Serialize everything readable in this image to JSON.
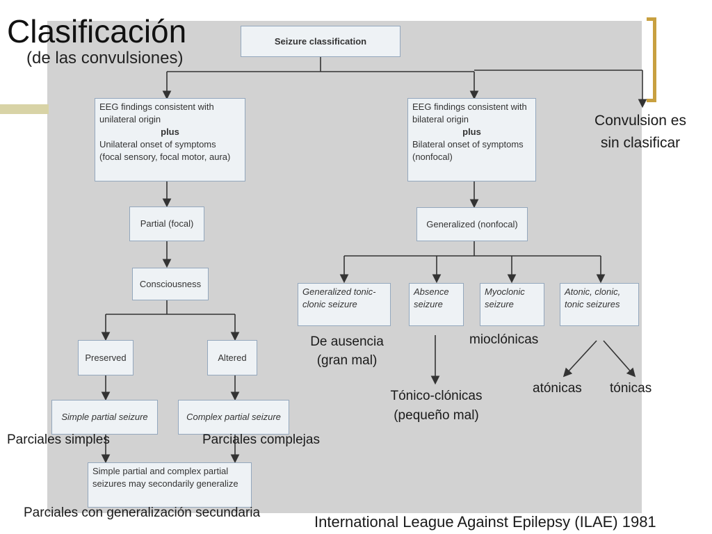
{
  "title": "Clasificación",
  "subtitle": "(de las convulsiones)",
  "chart_boxes": {
    "root": "Seizure classification",
    "left_eeg": {
      "line1": "EEG findings consistent with unilateral origin",
      "plus": "plus",
      "line2": "Unilateral onset of symptoms (focal sensory, focal motor, aura)"
    },
    "right_eeg": {
      "line1": "EEG findings consistent with bilateral origin",
      "plus": "plus",
      "line2": "Bilateral onset of symptoms (nonfocal)"
    },
    "partial": "Partial (focal)",
    "consciousness": "Consciousness",
    "preserved": "Preserved",
    "altered": "Altered",
    "simple_partial": "Simple partial seizure",
    "complex_partial": "Complex partial seizure",
    "secondary": "Simple partial and complex partial seizures may secondarily generalize",
    "generalized": "Generalized (nonfocal)",
    "gtc": "Generalized tonic-clonic seizure",
    "absence": "Absence seizure",
    "myoclonic": "Myoclonic seizure",
    "atonic": "Atonic, clonic, tonic seizures"
  },
  "spanish_labels": {
    "convulsion": "Convulsion es sin clasificar",
    "de_ausencia": "De ausencia (gran mal)",
    "mioclonicas": "mioclónicas",
    "tonico_clonicas": "Tónico-clónicas (pequeño mal)",
    "atonicas": "atónicas",
    "tonicas": "tónicas",
    "parciales_simples": "Parciales simples",
    "parciales_complejas": "Parciales complejas",
    "generalizacion": "Parciales con generalización secundaria"
  },
  "source": "International League Against Epilepsy (ILAE) 1981",
  "colors": {
    "panel": "#d2d2d2",
    "box_fill": "#eef2f5",
    "box_border": "#93a7bd",
    "bracket": "#c8a040",
    "accent_bar": "#d8d3a6"
  }
}
